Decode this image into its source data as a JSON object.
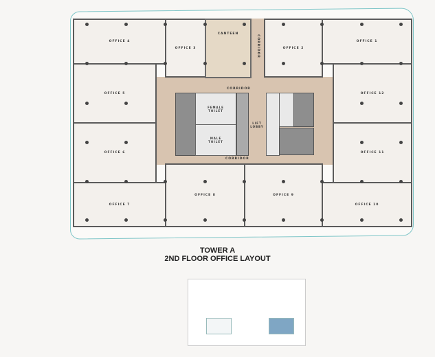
{
  "plan": {
    "offices": [
      "OFFICE 1",
      "OFFICE 2",
      "OFFICE 3",
      "OFFICE 4",
      "OFFICE 5",
      "OFFICE 6",
      "OFFICE 7",
      "OFFICE 8",
      "OFFICE 9",
      "OFFICE 10",
      "OFFICE 11",
      "OFFICE 12"
    ],
    "canteen": "CANTEEN",
    "corridor": "CORRIDOR",
    "female_toilet": "FEMALE TOILET",
    "male_toilet": "MALE TOILET",
    "lift_lobby": "LIFT LOBBY"
  },
  "title": {
    "line1": "TOWER A",
    "line2": "2ND FLOOR OFFICE LAYOUT"
  },
  "key_plan": {
    "highlight_color": "#7fa6c4"
  },
  "colors": {
    "outline": "#7fc6c8",
    "corridor": "#d9c5b2",
    "canteen": "#e5d9c6"
  }
}
